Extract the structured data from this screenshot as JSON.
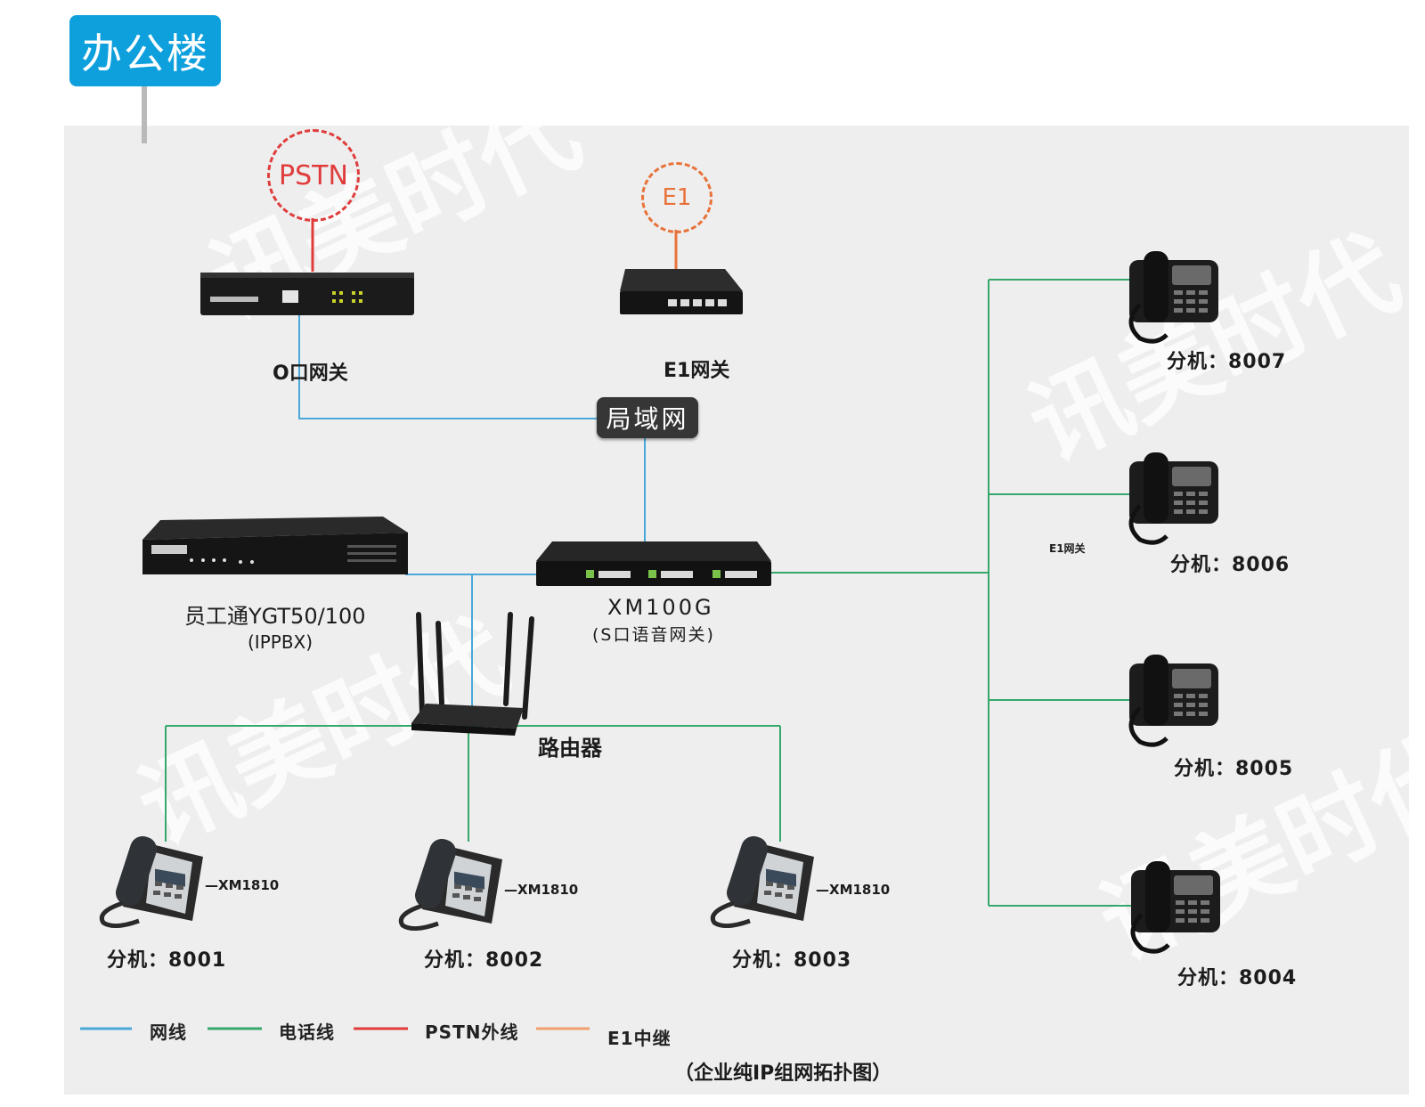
{
  "tag": {
    "label": "办公楼"
  },
  "clouds": {
    "pstn": "PSTN",
    "e1": "E1"
  },
  "devices": {
    "o_gateway": "O口网关",
    "e1_gateway": "E1网关",
    "lan": "局域网",
    "ippbx_name": "员工通YGT50/100",
    "ippbx_sub": "(IPPBX)",
    "xm100g_name": "XM100G",
    "xm100g_sub": "(S口语音网关)",
    "router": "路由器",
    "mid_label": "E1网关"
  },
  "ip_phones": [
    {
      "model": "—XM1810",
      "ext": "分机：8001"
    },
    {
      "model": "—XM1810",
      "ext": "分机：8002"
    },
    {
      "model": "—XM1810",
      "ext": "分机：8003"
    }
  ],
  "analog_phones": [
    {
      "ext": "分机：8007"
    },
    {
      "ext": "分机：8006"
    },
    {
      "ext": "分机：8005"
    },
    {
      "ext": "分机：8004"
    }
  ],
  "legend": [
    {
      "label": "网线",
      "color": "#4aa8d8"
    },
    {
      "label": "电话线",
      "color": "#35a86b"
    },
    {
      "label": "PSTN外线",
      "color": "#e03c3c"
    },
    {
      "label": "E1中继",
      "color": "#f0a070"
    }
  ],
  "caption": "（企业纯IP组网拓扑图）",
  "watermark": "讯美时代",
  "colors": {
    "network": "#4aa8d8",
    "phone": "#35a86b",
    "pstn": "#e03c3c",
    "e1": "#e8733a",
    "tag": "#0ea0dc"
  }
}
